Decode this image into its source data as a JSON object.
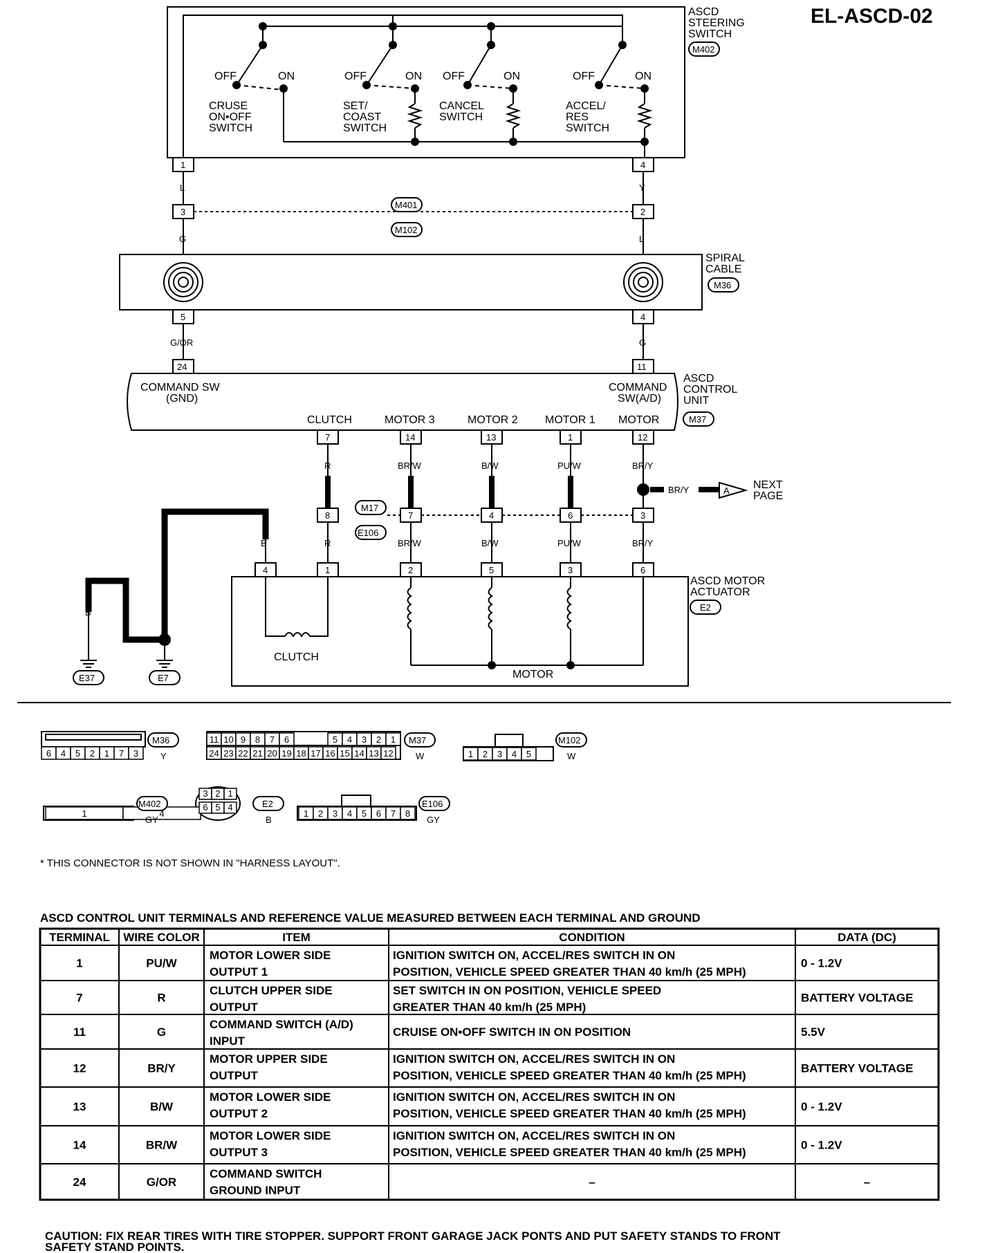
{
  "page_title": "EL-ASCD-02",
  "components": {
    "steering_switch": {
      "name_1": "ASCD",
      "name_2": "STEERING",
      "name_3": "SWITCH",
      "connector": "M402"
    },
    "switches": [
      {
        "l1": "CRUSE",
        "l2": "ON•OFF",
        "l3": "SWITCH"
      },
      {
        "l1": "SET/",
        "l2": "COAST",
        "l3": "SWITCH"
      },
      {
        "l1": "CANCEL",
        "l2": "SWITCH",
        "l3": ""
      },
      {
        "l1": "ACCEL/",
        "l2": "RES",
        "l3": "SWITCH"
      }
    ],
    "off_label": "OFF",
    "on_label": "ON",
    "spiral_cable": {
      "name_1": "SPIRAL",
      "name_2": "CABLE",
      "connector": "M36"
    },
    "control_unit": {
      "name_1": "ASCD",
      "name_2": "CONTROL",
      "name_3": "UNIT",
      "connector": "M37",
      "left_l1": "COMMAND SW",
      "left_l2": "(GND)",
      "right_l1": "COMMAND",
      "right_l2": "SW(A/D)",
      "outputs": [
        "CLUTCH",
        "MOTOR 3",
        "MOTOR 2",
        "MOTOR 1",
        "MOTOR"
      ]
    },
    "motor_actuator": {
      "name_1": "ASCD MOTOR",
      "name_2": "ACTUATOR",
      "connector": "E2",
      "clutch": "CLUTCH",
      "motor": "MOTOR"
    },
    "next_page": {
      "marker": "A",
      "l1": "NEXT",
      "l2": "PAGE",
      "wire": "BR/Y"
    }
  },
  "wiring": {
    "sw_term_left": "1",
    "sw_term_right": "4",
    "wire_L": "L",
    "wire_Y": "Y",
    "m401": "M401",
    "m102": "M102",
    "mid_term_left": "3",
    "mid_term_right": "2",
    "wire_G": "G",
    "wire_L2": "L",
    "spiral_term_left": "5",
    "spiral_term_right": "4",
    "wire_GOR": "G/OR",
    "wire_G2": "G",
    "cu_term_left": "24",
    "cu_term_right": "11",
    "cu_out_terms": [
      "7",
      "14",
      "13",
      "1",
      "12"
    ],
    "cu_out_wires": [
      "R",
      "BR/W",
      "B/W",
      "PU/W",
      "BR/Y"
    ],
    "m17": "M17",
    "e106": "E106",
    "joint_terms": [
      "8",
      "7",
      "4",
      "6",
      "3"
    ],
    "act_wires": [
      "B",
      "R",
      "BR/W",
      "B/W",
      "PU/W",
      "BR/Y"
    ],
    "act_terms": [
      "4",
      "1",
      "2",
      "5",
      "3",
      "6"
    ],
    "ground_wire": "B",
    "ground_e37": "E37",
    "ground_e7": "E7"
  },
  "connectors": {
    "m36": {
      "id": "M36",
      "color": "Y",
      "pins": [
        "6",
        "4",
        "5",
        "2",
        "1",
        "7",
        "3"
      ]
    },
    "m37": {
      "id": "M37",
      "color": "W",
      "top": [
        "11",
        "10",
        "9",
        "8",
        "7",
        "6",
        "5",
        "4",
        "3",
        "2",
        "1"
      ],
      "bottom": [
        "24",
        "23",
        "22",
        "21",
        "20",
        "19",
        "18",
        "17",
        "16",
        "15",
        "14",
        "13",
        "12"
      ]
    },
    "m102": {
      "id": "M102",
      "color": "W",
      "pins": [
        "1",
        "2",
        "3",
        "4",
        "5"
      ]
    },
    "m402": {
      "id": "M402",
      "color": "GY",
      "pins": [
        "1",
        "4"
      ]
    },
    "e2": {
      "id": "E2",
      "color": "B",
      "top": [
        "3",
        "2",
        "1"
      ],
      "bottom": [
        "6",
        "5",
        "4"
      ]
    },
    "e106": {
      "id": "E106",
      "color": "GY",
      "pins": [
        "1",
        "2",
        "3",
        "4",
        "5",
        "6",
        "7",
        "8"
      ]
    }
  },
  "footnote": "* THIS CONNECTOR IS NOT SHOWN IN \"HARNESS LAYOUT\".",
  "table": {
    "caption": "ASCD CONTROL UNIT TERMINALS AND REFERENCE VALUE MEASURED BETWEEN EACH TERMINAL AND GROUND",
    "headers": [
      "TERMINAL",
      "WIRE COLOR",
      "ITEM",
      "CONDITION",
      "DATA (DC)"
    ],
    "rows": [
      {
        "terminal": "1",
        "wire": "PU/W",
        "item": [
          "MOTOR LOWER SIDE",
          "OUTPUT 1"
        ],
        "condition": [
          "IGNITION SWITCH ON, ACCEL/RES SWITCH IN ON",
          "POSITION, VEHICLE SPEED GREATER THAN 40 km/h (25 MPH)"
        ],
        "data": "0 - 1.2V"
      },
      {
        "terminal": "7",
        "wire": "R",
        "item": [
          "CLUTCH UPPER SIDE",
          "OUTPUT"
        ],
        "condition": [
          "SET SWITCH IN ON POSITION, VEHICLE SPEED",
          "GREATER THAN 40 km/h (25 MPH)"
        ],
        "data": "BATTERY VOLTAGE"
      },
      {
        "terminal": "11",
        "wire": "G",
        "item": [
          "COMMAND SWITCH (A/D)",
          "INPUT"
        ],
        "condition": [
          "CRUISE ON•OFF SWITCH IN ON POSITION",
          ""
        ],
        "data": "5.5V"
      },
      {
        "terminal": "12",
        "wire": "BR/Y",
        "item": [
          "MOTOR UPPER SIDE",
          "OUTPUT"
        ],
        "condition": [
          "IGNITION SWITCH ON, ACCEL/RES SWITCH IN ON",
          "POSITION, VEHICLE SPEED GREATER THAN 40 km/h (25 MPH)"
        ],
        "data": "BATTERY VOLTAGE"
      },
      {
        "terminal": "13",
        "wire": "B/W",
        "item": [
          "MOTOR LOWER SIDE",
          "OUTPUT 2"
        ],
        "condition": [
          "IGNITION SWITCH ON, ACCEL/RES SWITCH IN ON",
          "POSITION, VEHICLE SPEED GREATER THAN 40 km/h (25 MPH)"
        ],
        "data": "0 - 1.2V"
      },
      {
        "terminal": "14",
        "wire": "BR/W",
        "item": [
          "MOTOR LOWER SIDE",
          "OUTPUT 3"
        ],
        "condition": [
          "IGNITION SWITCH ON, ACCEL/RES SWITCH IN ON",
          "POSITION, VEHICLE SPEED GREATER THAN 40 km/h (25 MPH)"
        ],
        "data": "0 - 1.2V"
      },
      {
        "terminal": "24",
        "wire": "G/OR",
        "item": [
          "COMMAND SWITCH",
          "GROUND INPUT"
        ],
        "condition": [
          "",
          ""
        ],
        "data_center": "–",
        "data": "–"
      }
    ]
  },
  "caution": [
    "CAUTION: FIX REAR TIRES WITH TIRE STOPPER. SUPPORT FRONT GARAGE JACK PONTS AND PUT SAFETY STANDS TO FRONT",
    "SAFETY STAND POINTS."
  ]
}
